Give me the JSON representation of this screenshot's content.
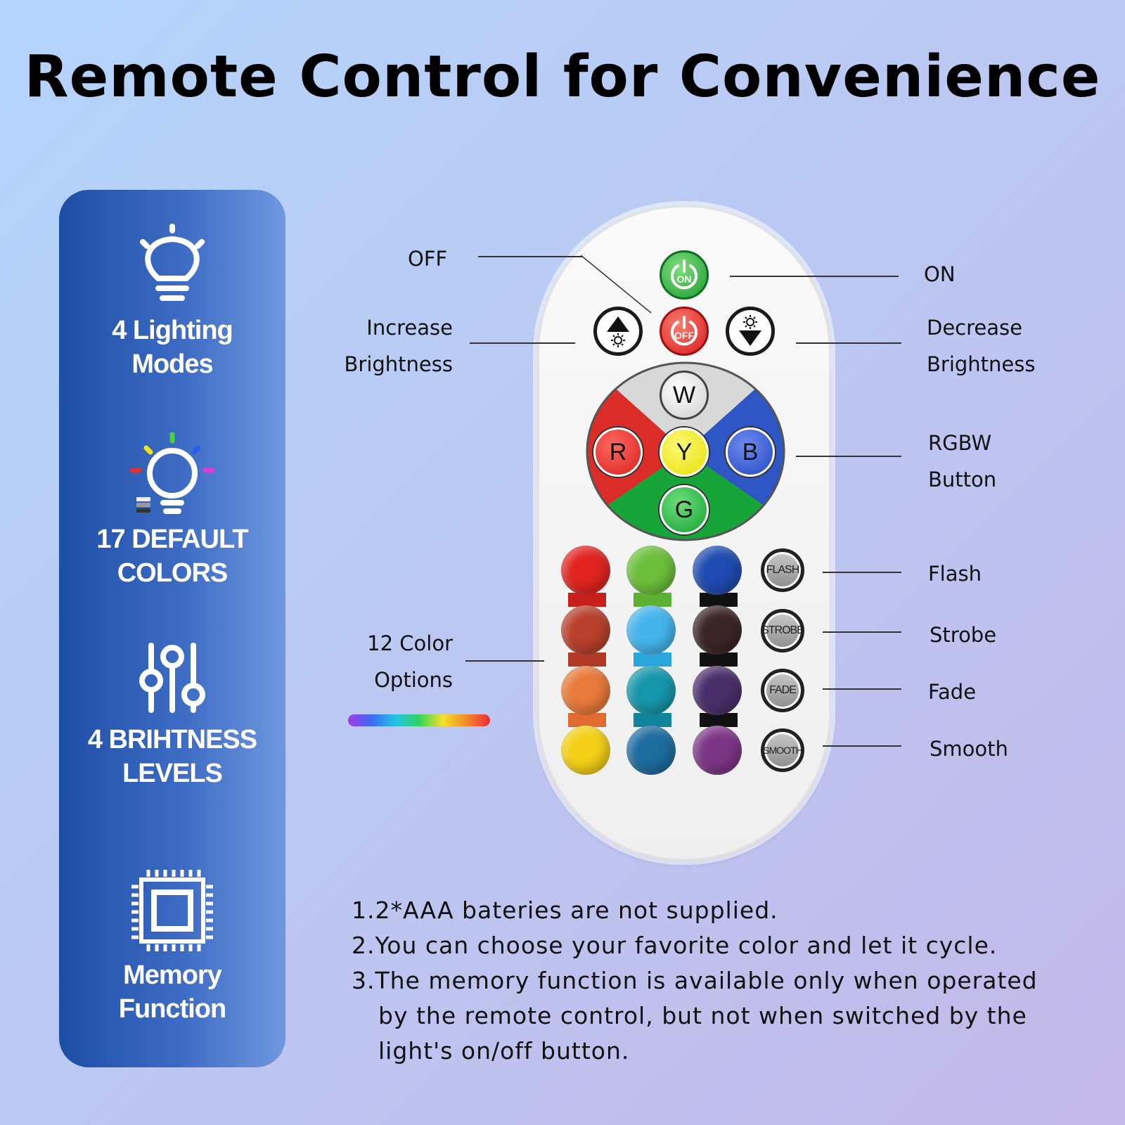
{
  "title": "Remote Control for Convenience",
  "features": [
    {
      "icon": "lightbulb-icon",
      "line1": "4 Lighting",
      "line2": "Modes"
    },
    {
      "icon": "color-bulb-icon",
      "line1": "17 DEFAULT",
      "line2": "COLORS"
    },
    {
      "icon": "sliders-icon",
      "line1": "4 BRIHTNESS",
      "line2": "LEVELS"
    },
    {
      "icon": "chip-icon",
      "line1": "Memory",
      "line2": "Function"
    }
  ],
  "callouts": {
    "off": "OFF",
    "on": "ON",
    "increase_1": "Increase",
    "increase_2": "Brightness",
    "decrease_1": "Decrease",
    "decrease_2": "Brightness",
    "rgbw_1": "RGBW",
    "rgbw_2": "Button",
    "color_options_1": "12 Color",
    "color_options_2": "Options",
    "flash": "Flash",
    "strobe": "Strobe",
    "fade": "Fade",
    "smooth": "Smooth"
  },
  "remote": {
    "on_label": "ON",
    "off_label": "OFF",
    "w": "W",
    "r": "R",
    "y": "Y",
    "b": "B",
    "g": "G",
    "flash": "FLASH",
    "strobe": "STROBE",
    "fade": "FADE",
    "smooth": "SMOOTH",
    "colors": [
      [
        "#e0241f",
        "#6bbf3a",
        "#1f4bb0"
      ],
      [
        "#b8402c",
        "#45b4ec",
        "#3a2426"
      ],
      [
        "#e87a3a",
        "#1696aa",
        "#4a2e6a"
      ],
      [
        "#f4d017",
        "#1d6ca0",
        "#7c3585"
      ]
    ]
  },
  "notes": [
    "1.2*AAA bateries are not supplied.",
    "2.You can choose your favorite color and let it cycle.",
    "3.The memory function is available only when operated",
    "by the remote control, but not when switched by the",
    "light's on/off button."
  ]
}
